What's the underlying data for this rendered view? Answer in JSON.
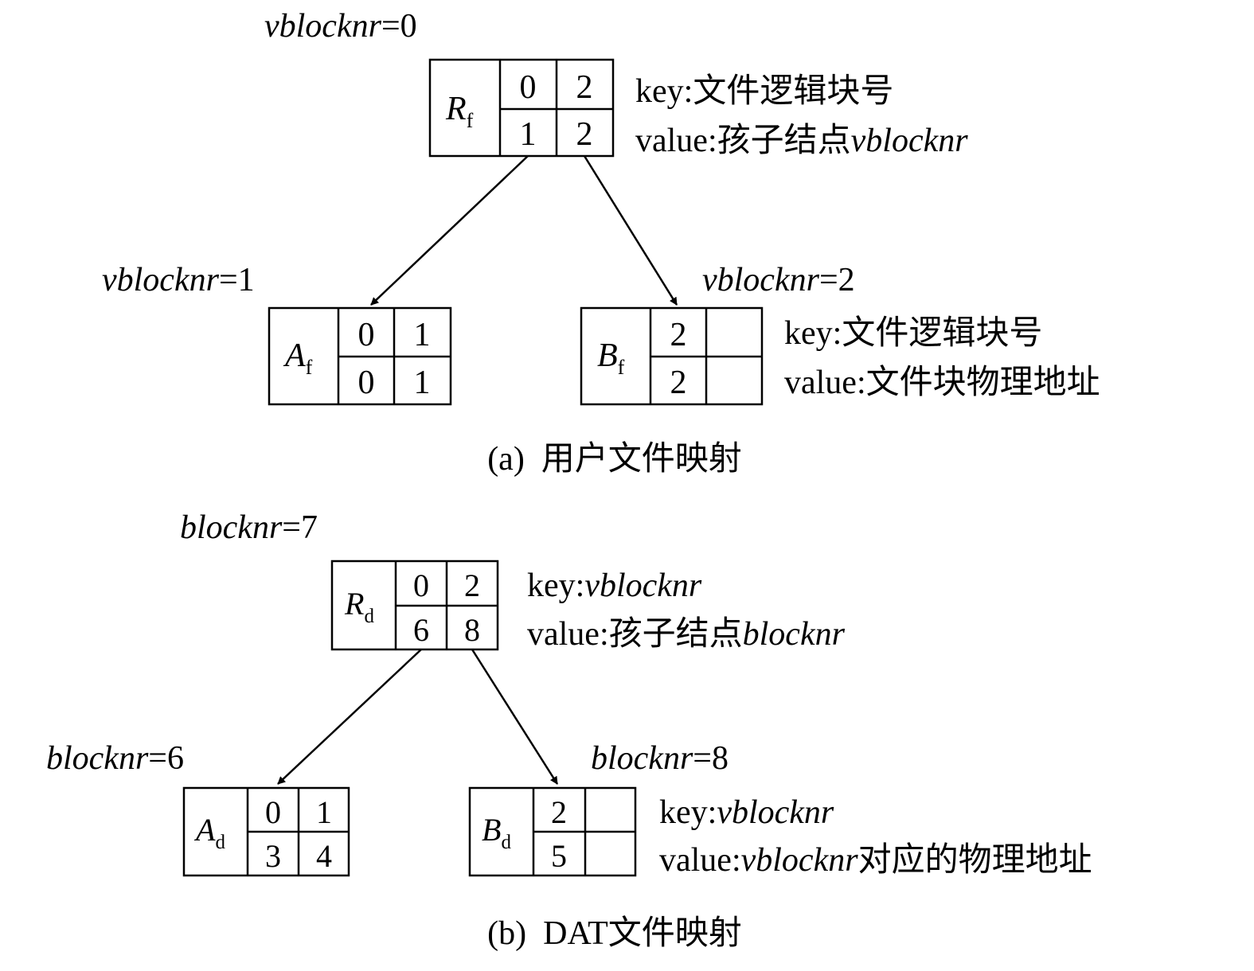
{
  "panels": [
    {
      "id": "a",
      "caption": "(a)  用户文件映射",
      "root": {
        "label": "R",
        "sub": "f",
        "addr_name": "vblocknr",
        "addr_value": "0",
        "keys": [
          "0",
          "2"
        ],
        "values": [
          "1",
          "2"
        ],
        "legend_key_prefix": "key:",
        "legend_key": "文件逻辑块号",
        "legend_key_italic": false,
        "legend_value_prefix": "value:",
        "legend_value": "孩子结点",
        "legend_value_suffix": "vblocknr"
      },
      "left": {
        "label": "A",
        "sub": "f",
        "addr_name": "vblocknr",
        "addr_value": "1",
        "keys": [
          "0",
          "1"
        ],
        "values": [
          "0",
          "1"
        ]
      },
      "right": {
        "label": "B",
        "sub": "f",
        "addr_name": "vblocknr",
        "addr_value": "2",
        "keys": [
          "2",
          ""
        ],
        "values": [
          "2",
          ""
        ],
        "legend_key_prefix": "key:",
        "legend_key": "文件逻辑块号",
        "legend_key_italic": false,
        "legend_value_prefix": "value:",
        "legend_value": "文件块物理地址",
        "legend_value_suffix": ""
      }
    },
    {
      "id": "b",
      "caption": "(b)  DAT文件映射",
      "root": {
        "label": "R",
        "sub": "d",
        "addr_name": "blocknr",
        "addr_value": "7",
        "keys": [
          "0",
          "2"
        ],
        "values": [
          "6",
          "8"
        ],
        "legend_key_prefix": "key:",
        "legend_key": "vblocknr",
        "legend_key_italic": true,
        "legend_value_prefix": "value:",
        "legend_value": "孩子结点",
        "legend_value_suffix": "blocknr"
      },
      "left": {
        "label": "A",
        "sub": "d",
        "addr_name": "blocknr",
        "addr_value": "6",
        "keys": [
          "0",
          "1"
        ],
        "values": [
          "3",
          "4"
        ]
      },
      "right": {
        "label": "B",
        "sub": "d",
        "addr_name": "blocknr",
        "addr_value": "8",
        "keys": [
          "2",
          ""
        ],
        "values": [
          "5",
          ""
        ],
        "legend_key_prefix": "key:",
        "legend_key": "vblocknr",
        "legend_key_italic": true,
        "legend_value_prefix": "value:",
        "legend_value_italic_first": "vblocknr",
        "legend_value": "对应的物理地址",
        "legend_value_suffix": ""
      }
    }
  ]
}
